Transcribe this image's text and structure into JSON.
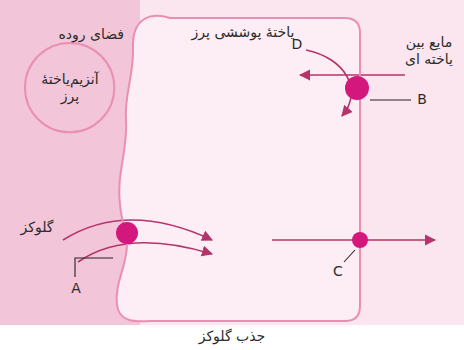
{
  "diagram": {
    "caption": "جذب گلوکز",
    "nodes": [
      {
        "text": [
          "فضای روده"
        ]
      },
      {
        "text": [
          "آنزیم‌یاختهٔ پرز"
        ],
        "in": 0
      },
      {
        "text": [
          "یاختهٔ پوششی پرز"
        ]
      }
    ],
    "labels": [
      "مایع بین یاخته ای",
      "گلوکز",
      "A",
      "B",
      "C",
      "D"
    ]
  }
}
